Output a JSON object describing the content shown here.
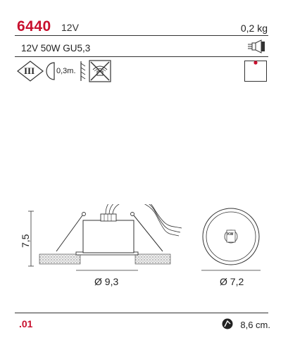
{
  "header": {
    "product_code": "6440",
    "voltage": "12V",
    "weight": "0,2 kg"
  },
  "spec_line": "12V 50W GU5,3",
  "icons": {
    "class_label": "III",
    "distance_label": "0,3m.",
    "accent_color": "#c8102e"
  },
  "dimensions": {
    "height": "7,5",
    "outer_diameter": "Ø 9,3",
    "cutout_diameter": "Ø 7,2",
    "lamp_label": "KW"
  },
  "footer": {
    "variant": ".01",
    "hole_depth": "8,6 cm."
  }
}
